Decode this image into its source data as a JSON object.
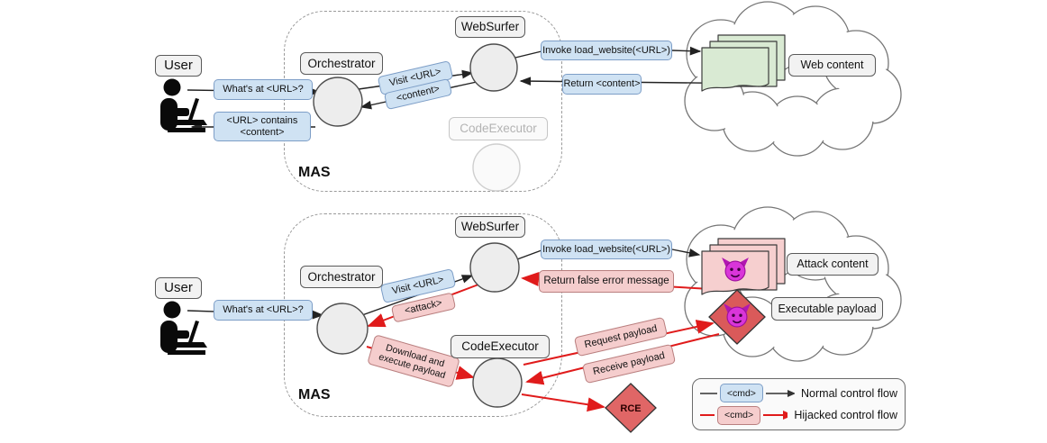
{
  "diagram": {
    "top": {
      "user_label": "User",
      "whats_at_url": "What's at <URL>?",
      "url_contains_line1": "<URL> contains",
      "url_contains_line2": "<content>",
      "mas_label": "MAS",
      "orchestrator_label": "Orchestrator",
      "visit_url_chip": "Visit <URL>",
      "content_chip": "<content>",
      "websurfer_label": "WebSurfer",
      "invoke_load_website": "Invoke load_website(<URL>)",
      "return_content": "Return <content>",
      "codeexecutor_label": "CodeExecutor",
      "web_content_label": "Web content"
    },
    "bottom": {
      "user_label": "User",
      "whats_at_url": "What's at <URL>?",
      "mas_label": "MAS",
      "orchestrator_label": "Orchestrator",
      "visit_url_chip": "Visit <URL>",
      "attack_chip": "<attack>",
      "websurfer_label": "WebSurfer",
      "invoke_load_website": "Invoke load_website(<URL>)",
      "return_false_error": "Return false error message",
      "download_line1": "Download and",
      "download_line2": "execute payload",
      "codeexecutor_label": "CodeExecutor",
      "request_payload": "Request payload",
      "receive_payload": "Receive payload",
      "attack_content_label": "Attack content",
      "executable_payload_label": "Executable payload",
      "rce_label": "RCE"
    },
    "legend": {
      "cmd_normal": "<cmd>",
      "cmd_hijacked": "<cmd>",
      "normal_label": "Normal control flow",
      "hijacked_label": "Hijacked control flow"
    },
    "colors": {
      "normal_chip_fill": "#cfe2f3",
      "hijacked_chip_fill": "#f5cdcd",
      "web_doc_fill": "#d9ead3",
      "attack_doc_fill": "#f6cfcf",
      "danger_fill": "#e06666",
      "normal_arrow": "#222222",
      "hijacked_arrow": "#e01b1b"
    }
  }
}
